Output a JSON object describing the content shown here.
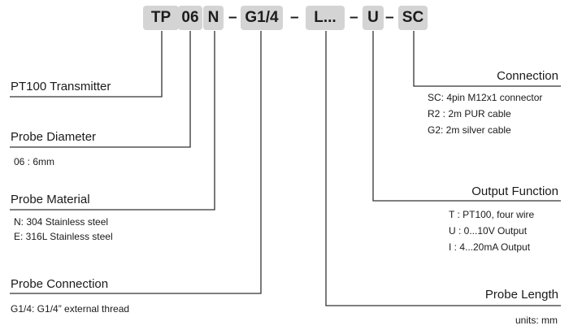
{
  "code": {
    "segments": [
      "TP",
      "06",
      "N",
      "G1/4",
      "L...",
      "U",
      "SC"
    ],
    "separator": "–"
  },
  "fields": {
    "transmitter": {
      "title": "PT100 Transmitter"
    },
    "diameter": {
      "title": "Probe Diameter",
      "options": [
        "06 :  6mm"
      ]
    },
    "material": {
      "title": "Probe Material",
      "options": [
        "N: 304 Stainless steel",
        "E: 316L Stainless steel"
      ]
    },
    "connection_probe": {
      "title": "Probe Connection",
      "options": [
        "G1/4: G1/4” external thread"
      ]
    },
    "connection": {
      "title": "Connection",
      "options": [
        "SC: 4pin M12x1 connector",
        "R2 : 2m PUR cable",
        "G2: 2m silver cable"
      ]
    },
    "output": {
      "title": "Output Function",
      "options": [
        "T :  PT100,  four wire",
        "U :   0...10V  Output",
        "I :   4...20mA  Output"
      ]
    },
    "length": {
      "title": "Probe Length",
      "note": "units: mm"
    }
  },
  "colors": {
    "box": "#d4d4d4",
    "line": "#333333",
    "text": "#1a1a1a"
  }
}
